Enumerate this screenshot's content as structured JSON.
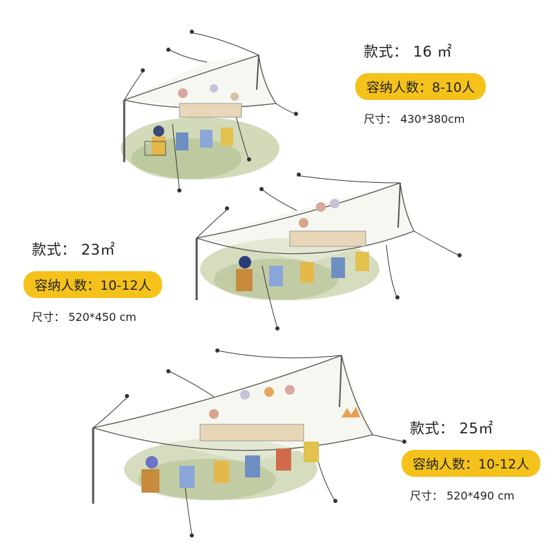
{
  "colors": {
    "pill": "#f5c21b",
    "text": "#222222",
    "grass": "#b9c79a"
  },
  "variants": [
    {
      "style": "款式：  16 ㎡",
      "capacity": "容纳人数：8-10人",
      "size": "尺寸：  430*380cm"
    },
    {
      "style": "款式：  23㎡",
      "capacity": "容纳人数：10-12人",
      "size": "尺寸：  520*450 cm"
    },
    {
      "style": "款式：  25㎡",
      "capacity": "容纳人数：10-12人",
      "size": "尺寸：  520*490 cm"
    }
  ]
}
